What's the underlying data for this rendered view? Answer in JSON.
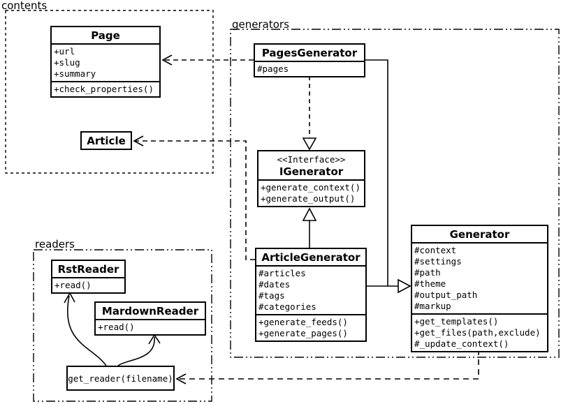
{
  "colors": {
    "line": "#000000",
    "background": "#ffffff"
  },
  "packages": {
    "contents": {
      "label": "contents"
    },
    "generators": {
      "label": "generators"
    },
    "readers": {
      "label": "readers"
    }
  },
  "classes": {
    "page": {
      "title": "Page",
      "attributes": [
        "+url",
        "+slug",
        "+summary"
      ],
      "methods": [
        "+check_properties()"
      ]
    },
    "article": {
      "title": "Article"
    },
    "pages_generator": {
      "title": "PagesGenerator",
      "attributes": [
        "#pages"
      ]
    },
    "igenerator": {
      "stereotype": "<<Interface>>",
      "title": "IGenerator",
      "methods": [
        "+generate_context()",
        "+generate_output()"
      ]
    },
    "article_generator": {
      "title": "ArticleGenerator",
      "attributes": [
        "#articles",
        "#dates",
        "#tags",
        "#categories"
      ],
      "methods": [
        "+generate_feeds()",
        "+generate_pages()"
      ]
    },
    "generator": {
      "title": "Generator",
      "attributes": [
        "#context",
        "#settings",
        "#path",
        "#theme",
        "#output_path",
        "#markup"
      ],
      "methods": [
        "+get_templates()",
        "+get_files(path,exclude)",
        "#_update_context()"
      ]
    },
    "rst_reader": {
      "title": "RstReader",
      "methods": [
        "+read()"
      ]
    },
    "mardown_reader": {
      "title": "MardownReader",
      "methods": [
        "+read()"
      ]
    },
    "get_reader": {
      "title": "get_reader(filename)"
    }
  }
}
